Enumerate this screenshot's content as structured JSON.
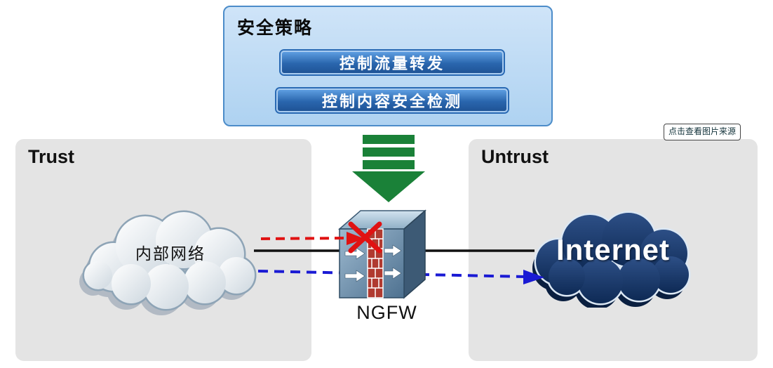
{
  "policy": {
    "title": "安全策略",
    "buttons": [
      {
        "label": "控制流量转发"
      },
      {
        "label": "控制内容安全检测"
      }
    ]
  },
  "zones": {
    "trust_label": "Trust",
    "untrust_label": "Untrust"
  },
  "nodes": {
    "internal_cloud_label": "内部网络",
    "internet_cloud_label": "Internet",
    "firewall_label": "NGFW"
  },
  "badge_label": "点击查看图片来源",
  "connections": [
    {
      "name": "blocked-traffic",
      "style": "dashed",
      "color": "#e01212"
    },
    {
      "name": "physical-link",
      "style": "solid",
      "color": "#111111"
    },
    {
      "name": "allowed-traffic",
      "style": "dashed",
      "color": "#1a1ad4"
    }
  ],
  "colors": {
    "policy_box_bg": "#b9d9f5",
    "policy_box_border": "#4c8cc9",
    "policy_button_bg": "#2a66ae",
    "zone_panel_bg": "#e4e4e4",
    "apply_arrow_green": "#1a8138",
    "internet_cloud_navy": "#16325f",
    "firewall_brick_red": "#b03a30"
  }
}
